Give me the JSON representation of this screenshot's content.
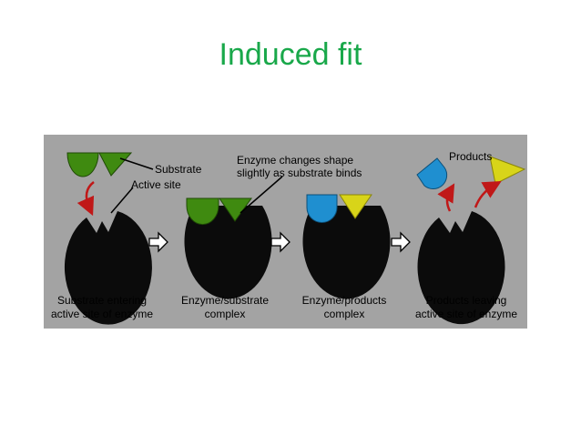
{
  "slide": {
    "title": "Induced fit"
  },
  "diagram": {
    "labels": {
      "substrate": "Substrate",
      "active_site": "Active site",
      "enzyme_changes_line1": "Enzyme changes shape",
      "enzyme_changes_line2": "slightly as substrate binds",
      "products": "Products"
    },
    "stages": [
      {
        "caption_line1": "Substrate entering",
        "caption_line2": "active site of enzyme"
      },
      {
        "caption_line1": "Enzyme/substrate",
        "caption_line2": "complex"
      },
      {
        "caption_line1": "Enzyme/products",
        "caption_line2": "complex"
      },
      {
        "caption_line1": "Products leaving",
        "caption_line2": "active site of enzyme"
      }
    ],
    "colors": {
      "background": "#a3a3a3",
      "enzyme": "#0b0b0b",
      "substrate": "#3f8a10",
      "product_blue": "#1f8fd0",
      "product_yellow": "#d8d419",
      "motion_arrow": "#c01818",
      "title": "#19a84a"
    }
  }
}
